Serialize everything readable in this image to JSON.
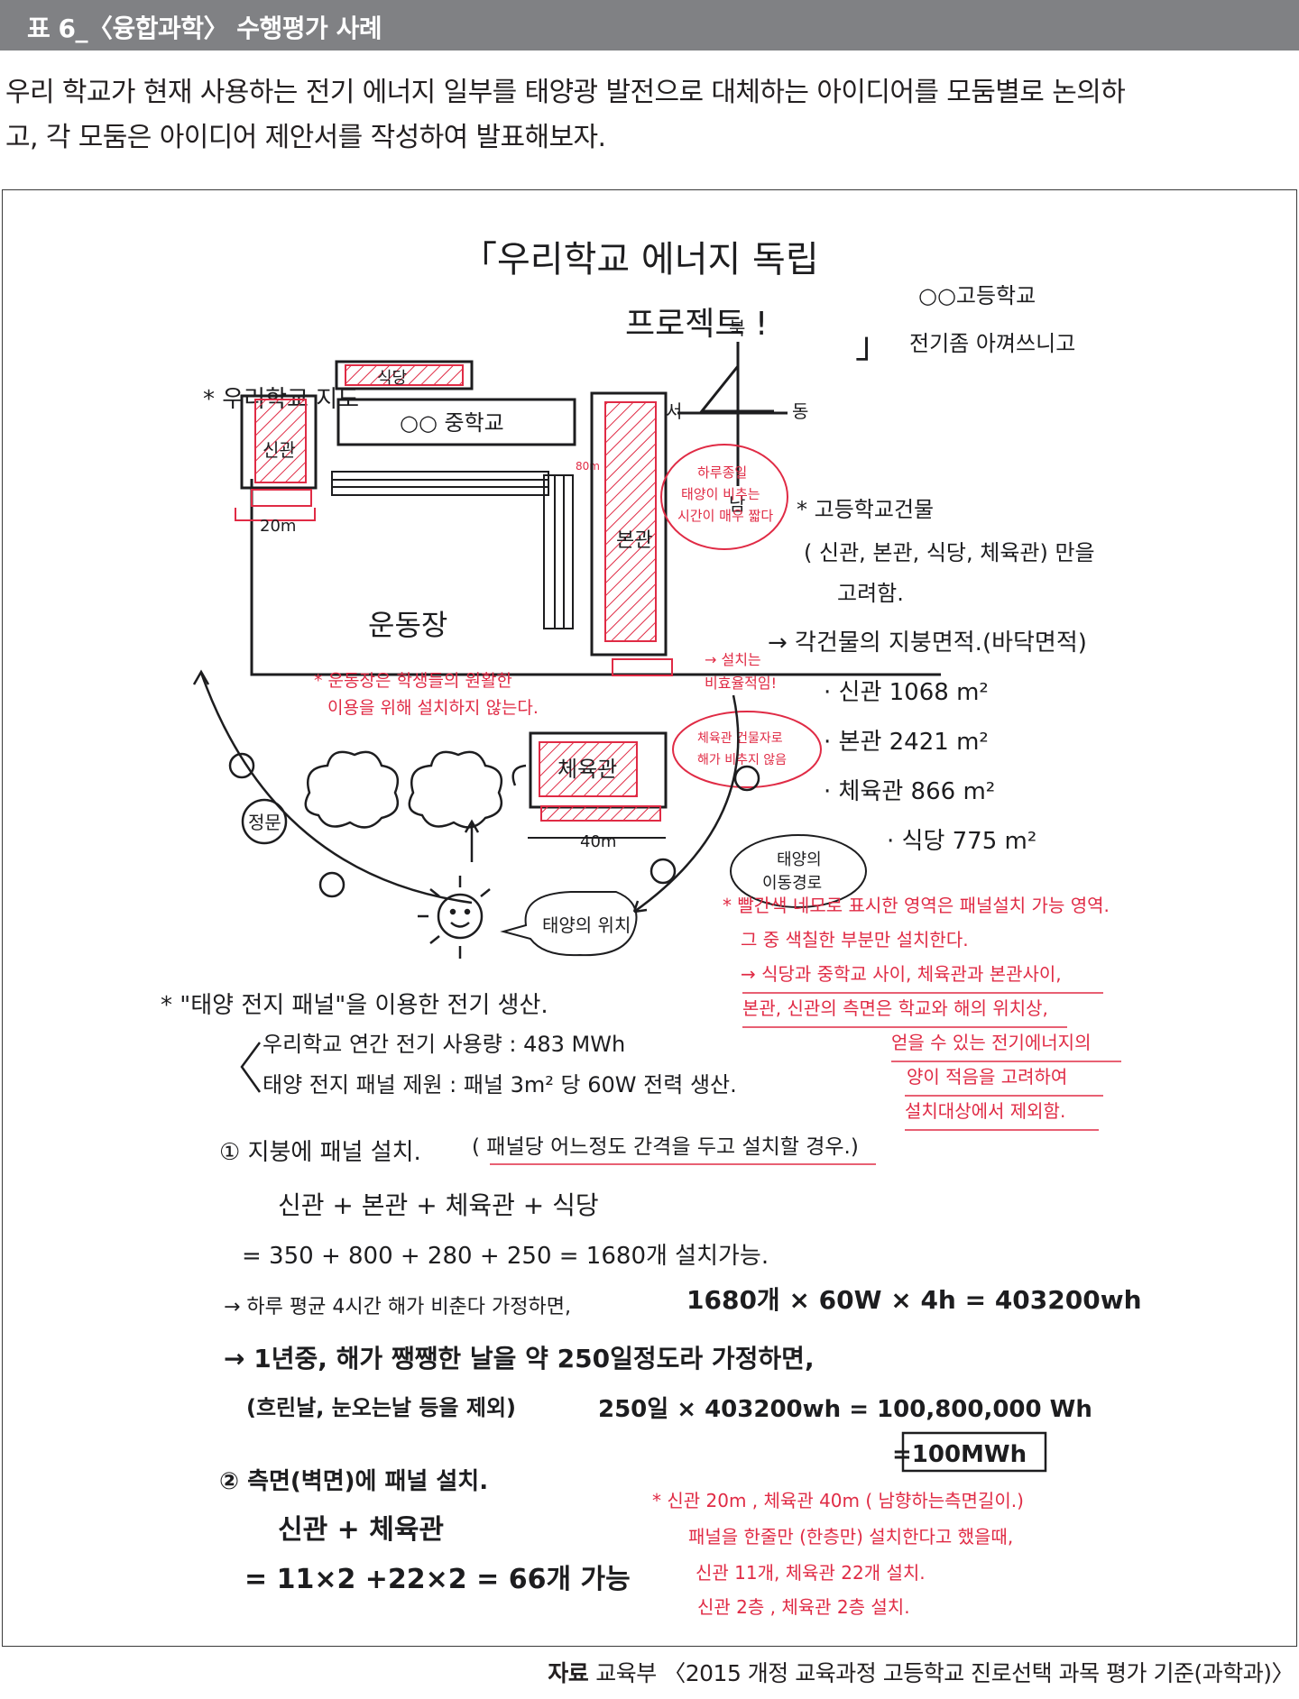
{
  "header": {
    "title": "표 6_〈융합과학〉 수행평가 사례"
  },
  "intro": {
    "line1": "우리 학교가 현재 사용하는 전기 에너지 일부를 태양광 발전으로 대체하는 아이디어를 모둠별로 논의하",
    "line2": "고, 각 모둠은 아이디어 제안서를 작성하여 발표해보자."
  },
  "sheet": {
    "title_line1": "「우리학교 에너지 독립",
    "title_line2": "프로젝트 !",
    "title_end": "」",
    "team_line1": "○○고등학교",
    "team_line2": "전기좀 아껴쓰니고",
    "map_title": "* 우리학교 지도",
    "compass": {
      "n": "북",
      "s": "남",
      "w": "서",
      "e": "동"
    },
    "buildings": {
      "cafeteria": "식당",
      "middle_school": "○○ 중학교",
      "new_hall": "신관",
      "main_hall": "본관",
      "gym": "체육관",
      "playground": "운동장",
      "gate": "정문",
      "dim_20m": "20m",
      "dim_40m": "40m",
      "dim_80m": "80m"
    },
    "notes_red": {
      "playground_note1": "* 운동장은 학생들의 원활한",
      "playground_note2": "이용을 위해 설치하지 않는다.",
      "bubble_a1": "하루종일",
      "bubble_a2": "태양이 비추는",
      "bubble_a3": "시간이 매우 짧다",
      "bubble_b1": "→ 설치는",
      "bubble_b2": "비효율적임!",
      "bubble_c1": "체육관 건물자로",
      "bubble_c2": "해가 비추지 않음"
    },
    "sun_path_label1": "태양의",
    "sun_path_label2": "이동경로",
    "sun_label": "태양의 위치",
    "hs_note_1": "* 고등학교건물",
    "hs_note_2": "( 신관, 본관, 식당, 체육관) 만을",
    "hs_note_3": "고려함.",
    "area_title": "→ 각건물의 지붕면적.(바닥면적)",
    "areas": [
      "· 신관  1068 m²",
      "· 본관  2421 m²",
      "· 체육관  866 m²",
      "· 식당 775 m²"
    ],
    "red_block": [
      "* 빨간색 네모로 표시한 영역은 패널설치 가능 영역.",
      "그 중 색칠한 부분만 설치한다.",
      "→ 식당과 중학교 사이,  체육관과 본관사이,",
      "본관, 신관의 측면은 학교와 해의 위치상,",
      "얻을 수 있는 전기에너지의",
      "양이 적음을 고려하여",
      "설치대상에서 제외함."
    ],
    "solar_title": "* \"태양 전지 패널\"을 이용한 전기 생산.",
    "usage": "우리학교 연간 전기 사용량 :  483 MWh",
    "spec": "태양 전지 패널 제원 :  패널 3m² 당  60W 전력 생산.",
    "roof_title": "① 지붕에 패널 설치.",
    "roof_cond": "( 패널당 어느정도 간격을 두고 설치할 경우.)",
    "roof_sum": "신관  +  본관  +  체육관  +  식당",
    "roof_eq": "= 350  + 800  +   280   +  250  =  1680개 설치가능.",
    "day_assume": "→ 하루 평균 4시간 해가 비춘다 가정하면,",
    "day_calc": "1680개 × 60W × 4h = 403200wh",
    "year_assume": "→ 1년중, 해가 쨍쨍한 날을 약 250일정도라 가정하면,",
    "year_excl": "(흐린날, 눈오는날 등을 제외)",
    "year_calc": "250일 × 403200wh = 100,800,000 Wh",
    "year_result": "=100MWh",
    "wall_title": "② 측면(벽면)에 패널 설치.",
    "wall_sum": "신관 + 체육관",
    "wall_eq": "=  11×2  +22×2 = 66개 가능",
    "wall_note": [
      "* 신관 20m , 체육관 40m ( 남향하는측면길이.)",
      "패널을  한줄만 (한층만) 설치한다고 했을때,",
      "신관 11개,  체육관 22개  설치.",
      "신관 2층 , 체육관 2층 설치."
    ]
  },
  "source": {
    "label": "자료",
    "text": "교육부 〈2015 개정 교육과정 고등학교 진로선택 과목 평가 기준(과학과)〉"
  },
  "colors": {
    "header_bg": "#808184",
    "ink": "#1d1d1f",
    "red_ink": "#e02b45"
  }
}
